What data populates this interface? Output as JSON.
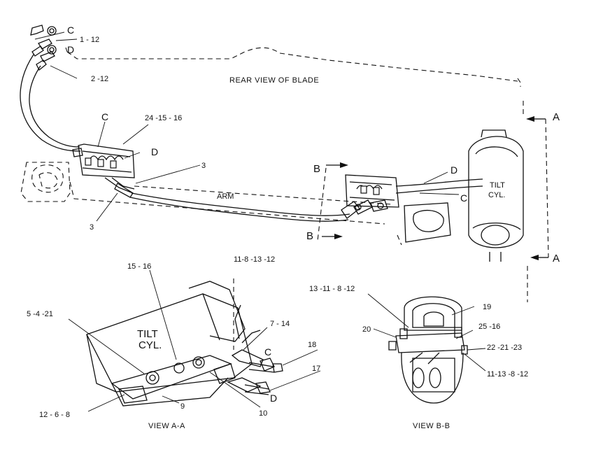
{
  "view_titles": {
    "rear_view": "REAR VIEW OF BLADE",
    "view_aa": "VIEW A-A",
    "view_bb": "VIEW B-B"
  },
  "labels": {
    "arm": "ARM",
    "tilt_cyl_top": "TILT",
    "tilt_cyl_bottom": "CYL.",
    "tilt_small_top": "TILT",
    "tilt_small_bottom": "CYL."
  },
  "section_markers": {
    "a_top": "A",
    "a_bottom": "A",
    "b_top": "B",
    "b_bottom": "B"
  },
  "hose_letters": {
    "c_top": "C",
    "d_top": "D",
    "c_block": "C",
    "d_block": "D",
    "d_right": "D",
    "c_right": "C",
    "c_view_aa": "C",
    "d_view_aa": "D"
  },
  "callouts": {
    "c1": "1 - 12",
    "c2": "2 -12",
    "c3": "24 -15 - 16",
    "c4": "3",
    "c5": "3",
    "c6": "15 - 16",
    "c7": "11-8 -13 -12",
    "c8": "5 -4 -21",
    "c9": "7 - 14",
    "c10": "18",
    "c11": "17",
    "c12": "12 - 6 - 8",
    "c13": "9",
    "c14": "10",
    "c15": "13 -11 - 8 -12",
    "c16": "19",
    "c17": "20",
    "c18": "25 -16",
    "c19": "22 -21 -23",
    "c20": "11-13 -8 -12"
  }
}
